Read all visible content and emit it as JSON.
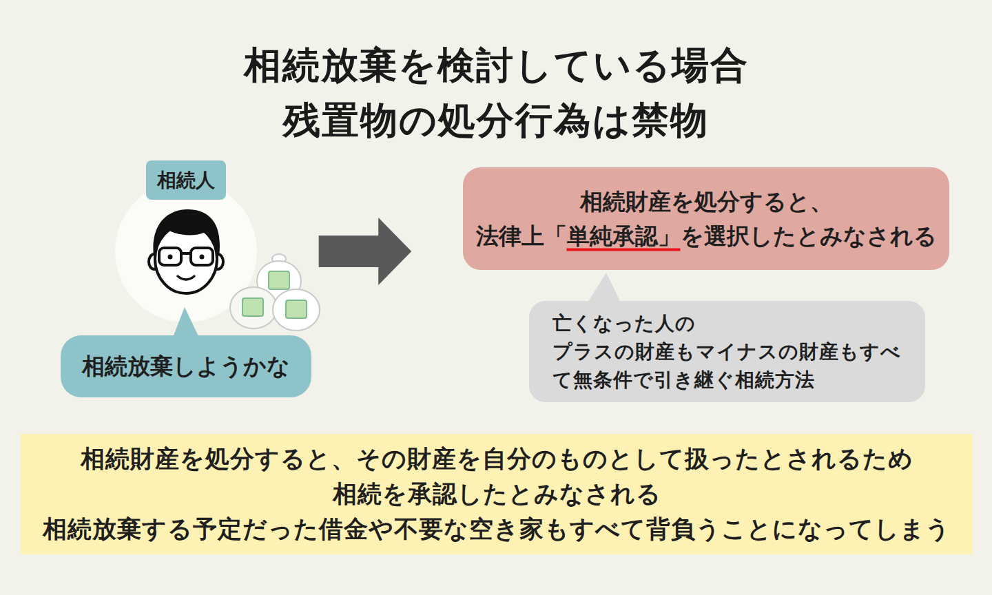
{
  "diagram": {
    "title": "相続放棄を検討している場合 残置物の処分行為は禁物",
    "nodes": [
      {
        "text": [
          "相続人"
        ]
      },
      {
        "text": [
          "相続放棄しようかな"
        ]
      },
      {
        "text": [
          "相続財産を処分すると、 法律上「単純承認」を選択したとみなされる"
        ]
      },
      {
        "text": [
          "亡くなった人の プラスの財産もマイナスの財産もすべ て無条件で引き継ぐ相続方法"
        ]
      },
      {
        "text": [
          "相続財産を処分すると、その財産を自分のものとして扱ったとされるため 相続を承認したとみなされる 相続放棄する予定だった借金や不要な空き家もすべて背負うことになってしまう"
        ]
      }
    ],
    "edges": [
      {
        "from": 0,
        "to": 2,
        "arrow": "to"
      }
    ]
  }
}
